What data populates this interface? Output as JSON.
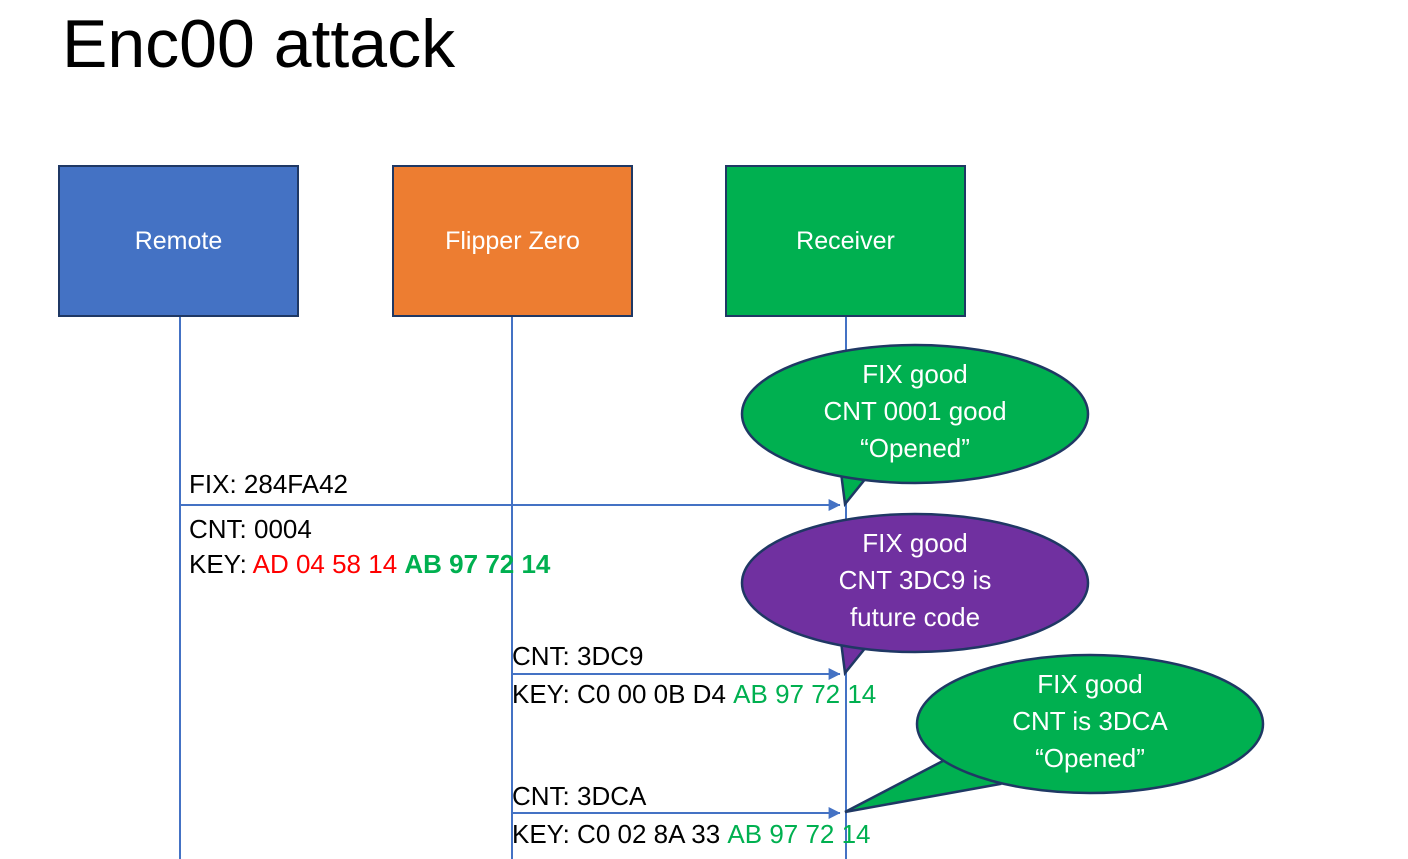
{
  "slide": {
    "title": "Enc00 attack",
    "background": "#FFFFFF"
  },
  "colors": {
    "remote": "#4472C4",
    "flipper": "#ED7D31",
    "receiver": "#00B050",
    "callout_green": "#00B050",
    "callout_purple": "#7030A0",
    "outline": "#1F3864",
    "lifeline": "#4472C4",
    "hex_red": "#FF0000",
    "hex_green": "#00B050",
    "text": "#000000"
  },
  "actors": [
    {
      "name": "remote",
      "label": "Remote",
      "color": "#4472C4"
    },
    {
      "name": "flipper",
      "label": "Flipper Zero",
      "color": "#ED7D31"
    },
    {
      "name": "receiver",
      "label": "Receiver",
      "color": "#00B050"
    }
  ],
  "messages": [
    {
      "from": "remote",
      "to": "receiver",
      "fix_label": "FIX: 284FA42",
      "cnt_label": "CNT: 0004",
      "key_prefix": "KEY: ",
      "key_first": "AD 04 58 14",
      "key_second": "AB 97 72 14"
    },
    {
      "from": "flipper",
      "to": "receiver",
      "cnt_label": "CNT: 3DC9",
      "key_prefix": "KEY: ",
      "key_first": "C0 00 0B D4",
      "key_second": "AB 97 72 14"
    },
    {
      "from": "flipper",
      "to": "receiver",
      "cnt_label": "CNT: 3DCA",
      "key_prefix": "KEY: ",
      "key_first": "C0 02 8A 33",
      "key_second": "AB 97 72 14"
    }
  ],
  "callouts": [
    {
      "name": "callout-fix-good-cnt-0001",
      "color": "#00B050",
      "line1": "FIX good",
      "line2": "CNT 0001 good",
      "line3": "“Opened”"
    },
    {
      "name": "callout-future-code",
      "color": "#7030A0",
      "line1": "FIX good",
      "line2": "CNT 3DC9 is",
      "line3": "future code"
    },
    {
      "name": "callout-fix-good-cnt-3dca",
      "color": "#00B050",
      "line1": "FIX good",
      "line2": "CNT is 3DCA",
      "line3": "“Opened”"
    }
  ]
}
